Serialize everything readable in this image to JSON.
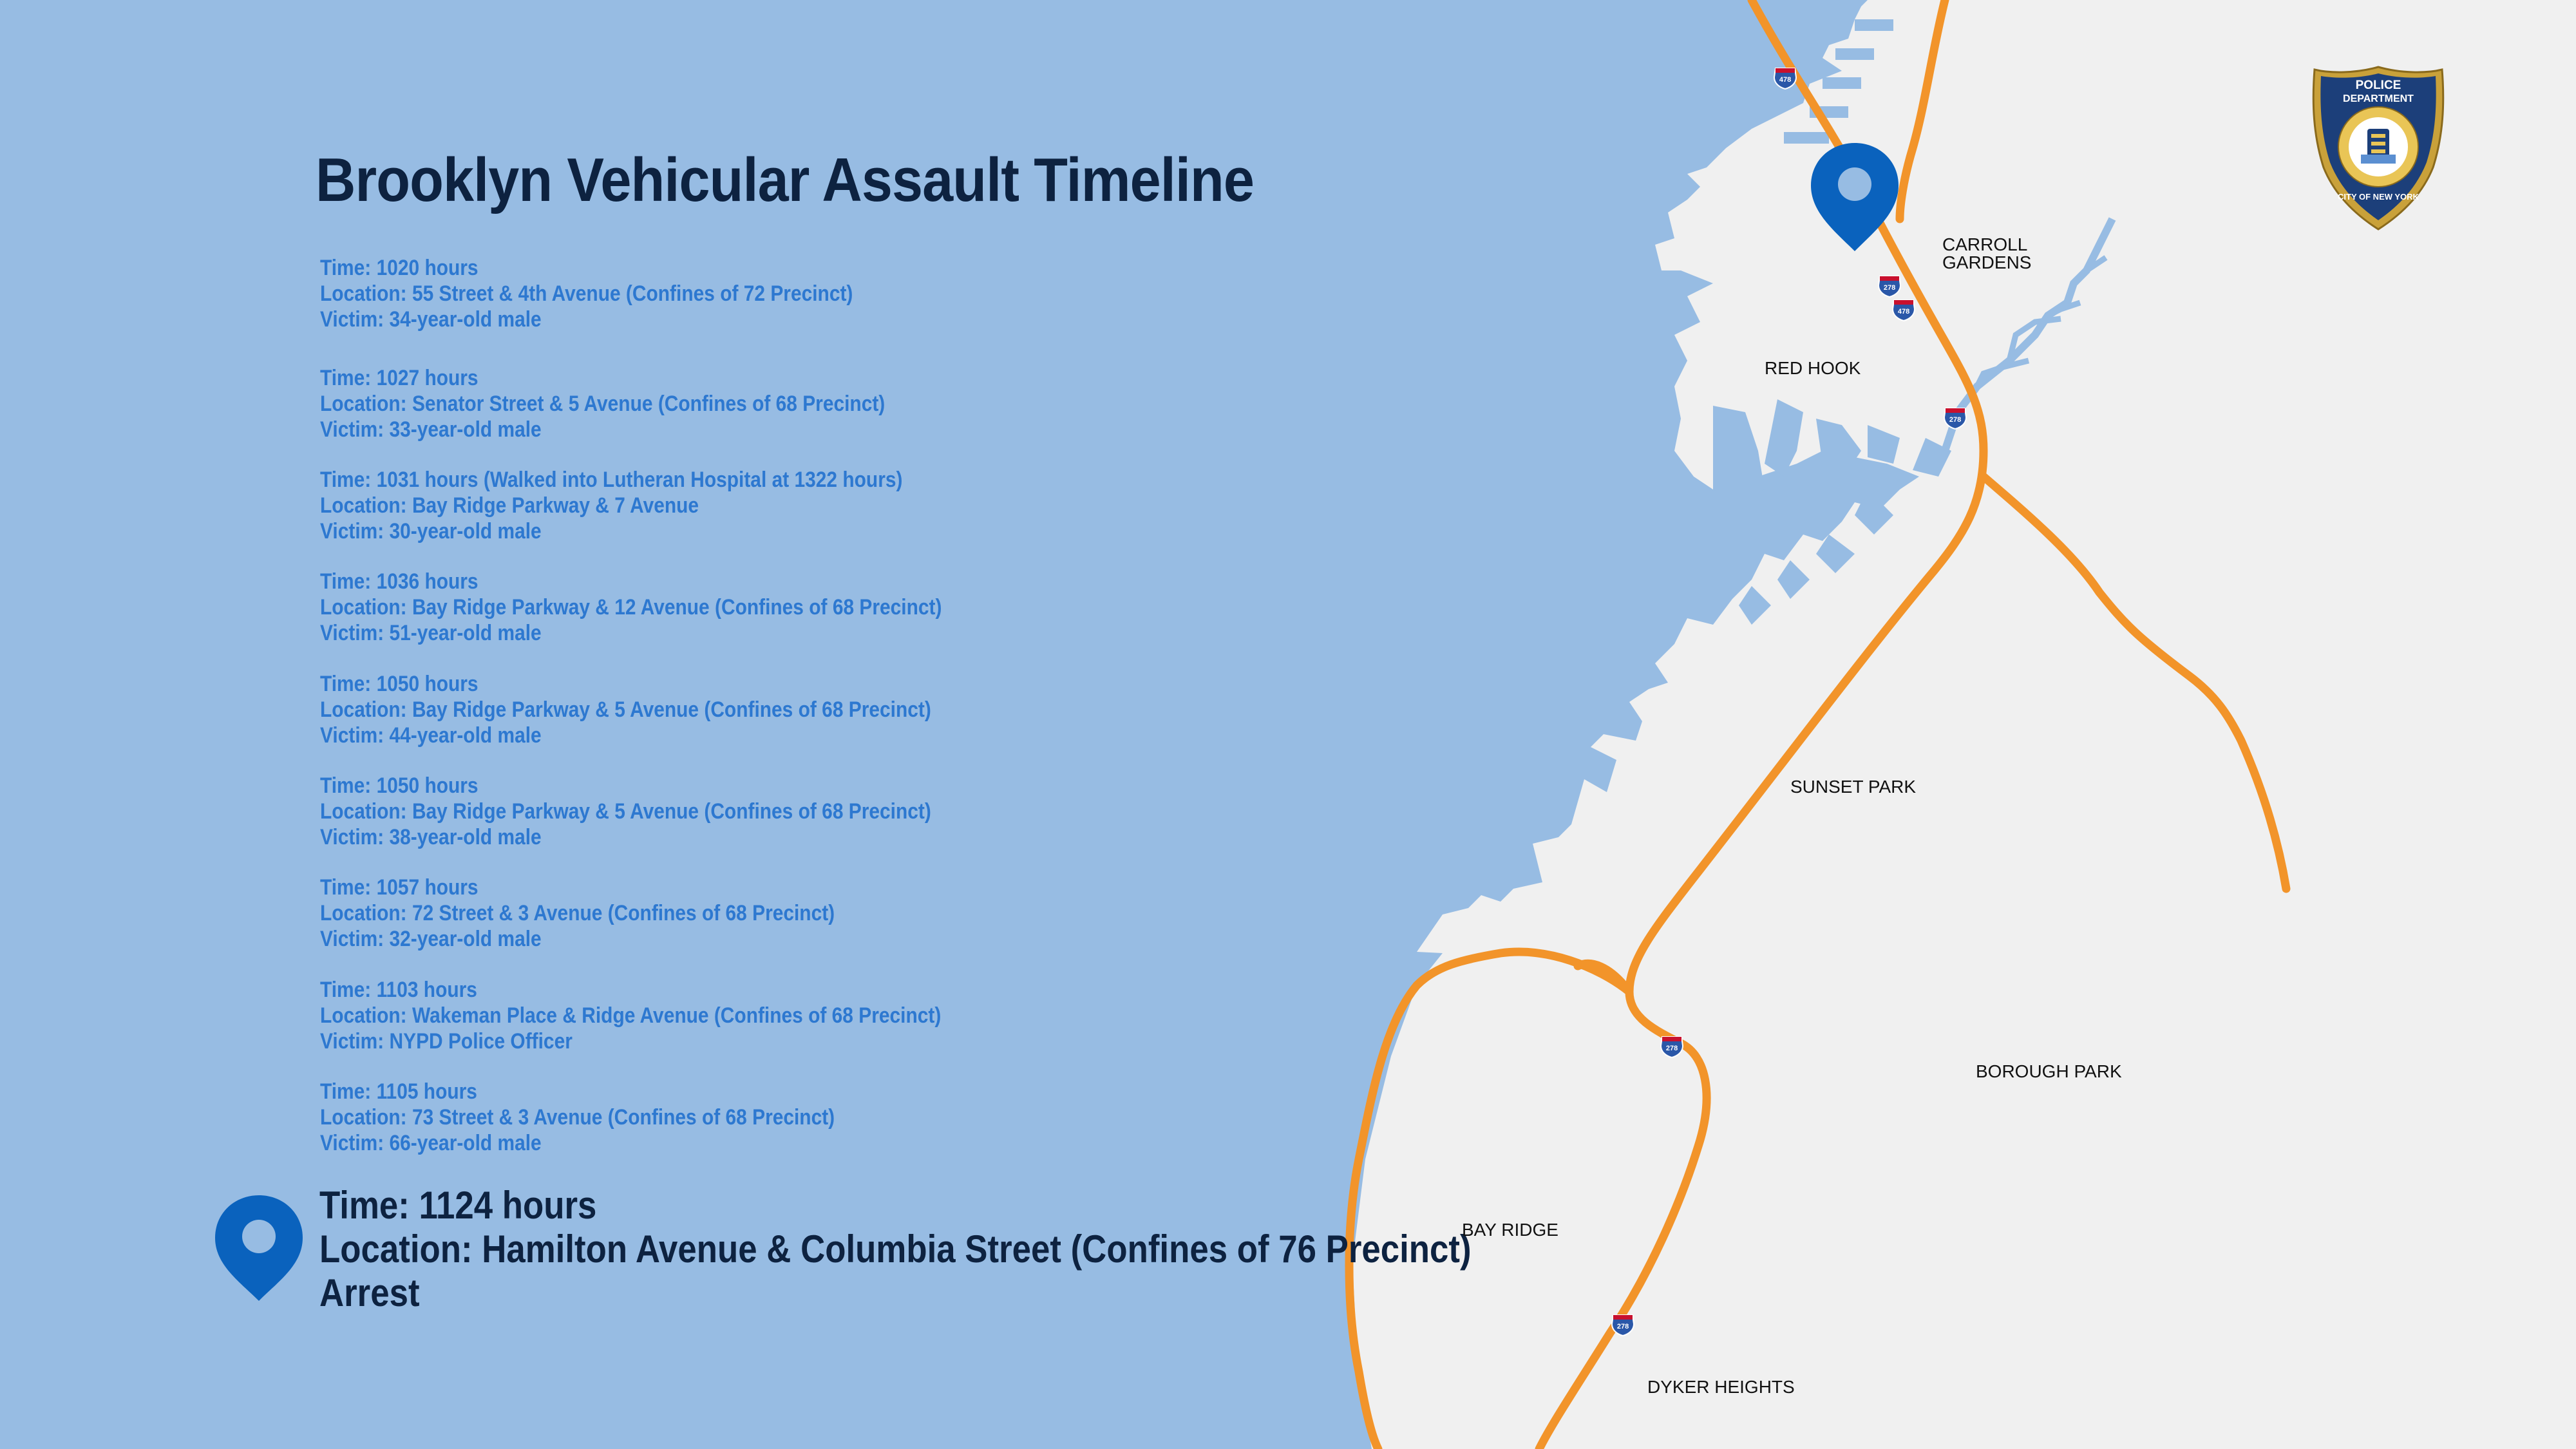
{
  "title": "Brooklyn Vehicular Assault Timeline",
  "timeline": [
    {
      "time": "Time: 1020 hours",
      "location": "Location: 55 Street & 4th Avenue (Confines of 72 Precinct)",
      "victim": "Victim: 34-year-old male"
    },
    {
      "time": "Time: 1027 hours",
      "location": "Location: Senator Street & 5 Avenue (Confines of 68 Precinct)",
      "victim": "Victim: 33-year-old male"
    },
    {
      "time": "Time: 1031 hours (Walked into Lutheran Hospital at 1322 hours)",
      "location": "Location: Bay Ridge Parkway & 7 Avenue",
      "victim": "Victim: 30-year-old male"
    },
    {
      "time": "Time: 1036 hours",
      "location": "Location: Bay Ridge Parkway & 12 Avenue (Confines of 68 Precinct)",
      "victim": "Victim: 51-year-old male"
    },
    {
      "time": "Time: 1050 hours",
      "location": "Location: Bay Ridge Parkway & 5 Avenue (Confines of 68 Precinct)",
      "victim": "Victim: 44-year-old male"
    },
    {
      "time": "Time: 1050 hours",
      "location": "Location: Bay Ridge Parkway & 5 Avenue (Confines of 68 Precinct)",
      "victim": "Victim: 38-year-old male"
    },
    {
      "time": "Time: 1057 hours",
      "location": "Location: 72 Street & 3 Avenue (Confines of 68 Precinct)",
      "victim": "Victim: 32-year-old male"
    },
    {
      "time": "Time: 1103 hours",
      "location": "Location: Wakeman Place & Ridge Avenue (Confines of 68 Precinct)",
      "victim": "Victim: NYPD Police Officer"
    },
    {
      "time": "Time: 1105 hours",
      "location": "Location: 73 Street & 3 Avenue (Confines of 68 Precinct)",
      "victim": "Victim: 66-year-old male"
    }
  ],
  "arrest": {
    "time": "Time: 1124 hours",
    "location": "Location: Hamilton Avenue & Columbia Street (Confines of 76 Precinct)",
    "label": "Arrest"
  },
  "neighborhoods": {
    "carroll_gardens_1": "CARROLL",
    "carroll_gardens_2": "GARDENS",
    "red_hook": "RED HOOK",
    "sunset_park": "SUNSET PARK",
    "borough_park": "BOROUGH PARK",
    "bay_ridge": "BAY RIDGE",
    "dyker_heights": "DYKER HEIGHTS"
  },
  "highway_shields": {
    "i478_north": "478",
    "i278_a": "278",
    "i478_b": "478",
    "i278_b": "278",
    "i278_c": "278",
    "i278_d": "278"
  },
  "logo": {
    "top": "POLICE",
    "middle": "DEPARTMENT",
    "bottom": "CITY OF NEW YORK"
  },
  "colors": {
    "water": "#97bce3",
    "land": "#f0f0f0",
    "highway": "#f2942a",
    "waterway": "#97bce3",
    "pin": "#0a62bd",
    "title": "#0d2240",
    "entry_text": "#2d78d0",
    "shield": "#2a57a8"
  },
  "icons": {
    "pin": "map-pin-icon",
    "badge": "nypd-badge-icon",
    "shield": "interstate-shield-icon"
  }
}
